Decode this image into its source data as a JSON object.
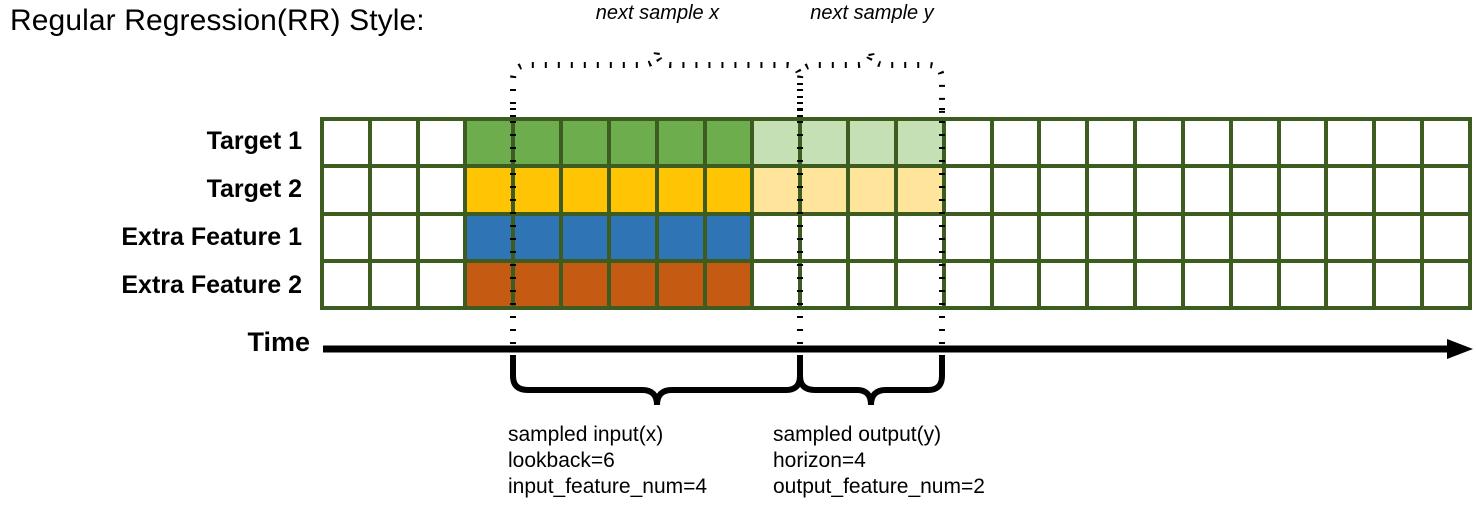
{
  "title": "Regular Regression(RR) Style:",
  "top_annotations": {
    "next_sample_x": "next sample x",
    "next_sample_y": "next sample y"
  },
  "row_labels": [
    "Target 1",
    "Target 2",
    "Extra Feature 1",
    "Extra Feature 2"
  ],
  "time_axis": {
    "label": "Time",
    "arrow_direction": "right"
  },
  "captions": {
    "input": {
      "line1": "sampled input(x)",
      "line2": "lookback=6",
      "line3": "input_feature_num=4"
    },
    "output": {
      "line1": "sampled output(y)",
      "line2": "horizon=4",
      "line3": "output_feature_num=2"
    }
  },
  "colors": {
    "grid_border": "#3C5C20",
    "target1": "#6DAD4E",
    "target1_faded": "#C5E0B4",
    "target2": "#FFC403",
    "target2_faded": "#FFE49B",
    "extra_feature1": "#2F75B5",
    "extra_feature2": "#C55A12",
    "empty": "#FFFFFF"
  },
  "chart_data": {
    "type": "heatmap",
    "title": "Regular Regression(RR) Style:",
    "total_columns": 24,
    "rows": [
      {
        "name": "Target 1",
        "cells": [
          "empty",
          "empty",
          "empty",
          "green",
          "green",
          "green",
          "green",
          "green",
          "green",
          "lightgreen",
          "lightgreen",
          "lightgreen",
          "lightgreen",
          "empty",
          "empty",
          "empty",
          "empty",
          "empty",
          "empty",
          "empty",
          "empty",
          "empty",
          "empty",
          "empty"
        ]
      },
      {
        "name": "Target 2",
        "cells": [
          "empty",
          "empty",
          "empty",
          "gold",
          "gold",
          "gold",
          "gold",
          "gold",
          "gold",
          "lightgold",
          "lightgold",
          "lightgold",
          "lightgold",
          "empty",
          "empty",
          "empty",
          "empty",
          "empty",
          "empty",
          "empty",
          "empty",
          "empty",
          "empty",
          "empty"
        ]
      },
      {
        "name": "Extra Feature 1",
        "cells": [
          "empty",
          "empty",
          "empty",
          "blue",
          "blue",
          "blue",
          "blue",
          "blue",
          "blue",
          "empty",
          "empty",
          "empty",
          "empty",
          "empty",
          "empty",
          "empty",
          "empty",
          "empty",
          "empty",
          "empty",
          "empty",
          "empty",
          "empty",
          "empty"
        ]
      },
      {
        "name": "Extra Feature 2",
        "cells": [
          "empty",
          "empty",
          "empty",
          "orange",
          "orange",
          "orange",
          "orange",
          "orange",
          "orange",
          "empty",
          "empty",
          "empty",
          "empty",
          "empty",
          "empty",
          "empty",
          "empty",
          "empty",
          "empty",
          "empty",
          "empty",
          "empty",
          "empty",
          "empty"
        ]
      }
    ],
    "lookback": 6,
    "horizon": 4,
    "input_feature_num": 4,
    "output_feature_num": 2,
    "input_span_columns": [
      4,
      9
    ],
    "output_span_columns": [
      10,
      13
    ]
  }
}
